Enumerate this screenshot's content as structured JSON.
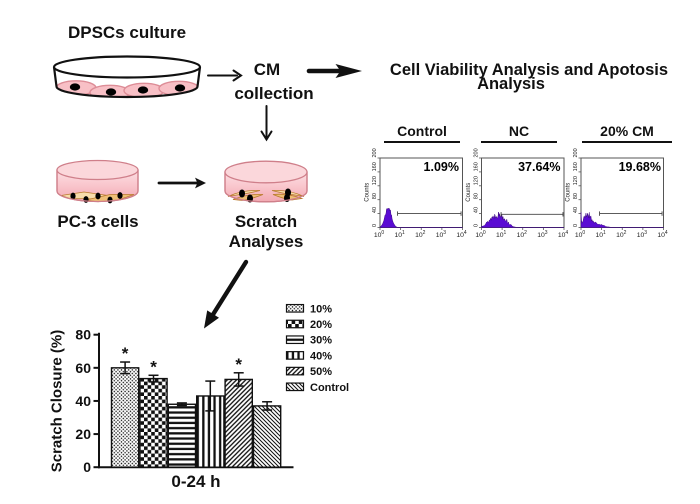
{
  "colors": {
    "hist-fill": "#5a0bd3",
    "hist-stroke": "#3a077e",
    "cell-pink": "#f8c0c6",
    "cell-stroke": "#dd8d97",
    "dish-pink-top": "#fbd7db",
    "dish-pink-light": "#fcdfe3",
    "dish-pink-deep": "#f2a9b2",
    "dish-stroke": "#cf7f8a",
    "tan-light": "#f7dcab",
    "tan": "#eebe76",
    "tan-dark": "#b97a2e",
    "ink": "#111111"
  },
  "workflow": {
    "dpscs_label": "DPSCs culture",
    "cm_line1": "CM",
    "cm_line2": "collection",
    "pc3_label": "PC-3 cells",
    "scratch_line1": "Scratch",
    "scratch_line2": "Analyses"
  },
  "viability": {
    "title_line1": "Cell Viability Analysis and Apotosis",
    "title_line2": "Analysis"
  },
  "chart_data": [
    {
      "type": "area",
      "name": "flow-cytometry-histograms",
      "ylabel": "Counts",
      "yticks": [
        0,
        40,
        80,
        120,
        160,
        200
      ],
      "ylim": [
        0,
        200
      ],
      "x_base": "10",
      "x_exponents": [
        0,
        1,
        2,
        3,
        4
      ],
      "xlim_log": [
        0,
        4
      ],
      "panels": [
        {
          "label": "Control",
          "percent": "1.09%",
          "gate_counts": 40,
          "gate_from_log": 0.85,
          "gate_to_log": 3.93,
          "components": [
            {
              "mu": 0.4,
              "sigma": 0.15,
              "amp": 58
            }
          ],
          "noise": 0.13,
          "edge_spike": 0,
          "seed": 7
        },
        {
          "label": "NC",
          "percent": "37.64%",
          "gate_counts": 38,
          "gate_from_log": 0.95,
          "gate_to_log": 3.95,
          "components": [
            {
              "mu": 0.7,
              "sigma": 0.33,
              "amp": 33
            },
            {
              "mu": 1.1,
              "sigma": 0.22,
              "amp": 12
            }
          ],
          "noise": 0.28,
          "edge_spike": 0,
          "seed": 13
        },
        {
          "label": "20% CM",
          "percent": "19.68%",
          "gate_counts": 40,
          "gate_from_log": 0.9,
          "gate_to_log": 3.93,
          "components": [
            {
              "mu": 0.3,
              "sigma": 0.18,
              "amp": 35
            },
            {
              "mu": 0.75,
              "sigma": 0.3,
              "amp": 10
            }
          ],
          "noise": 0.3,
          "edge_spike": 44,
          "seed": 21
        }
      ]
    },
    {
      "type": "bar",
      "name": "scratch-closure-chart",
      "categories": [
        "10%",
        "20%",
        "30%",
        "40%",
        "50%",
        "Control"
      ],
      "values": [
        60,
        53.5,
        38,
        43,
        53,
        37
      ],
      "errors": [
        3.5,
        2,
        0.8,
        9,
        4,
        2.5
      ],
      "significance": [
        "*",
        "*",
        "",
        "",
        "*",
        ""
      ],
      "patterns": [
        "dots",
        "checker",
        "hlines",
        "vlines",
        "diag-fwd",
        "diag-back"
      ],
      "ylabel": "Scratch Closure (%)",
      "xlabel": "0-24 h",
      "yticks": [
        0,
        20,
        40,
        60,
        80
      ],
      "ylim": [
        0,
        80
      ],
      "legend_position": "top-right"
    }
  ]
}
